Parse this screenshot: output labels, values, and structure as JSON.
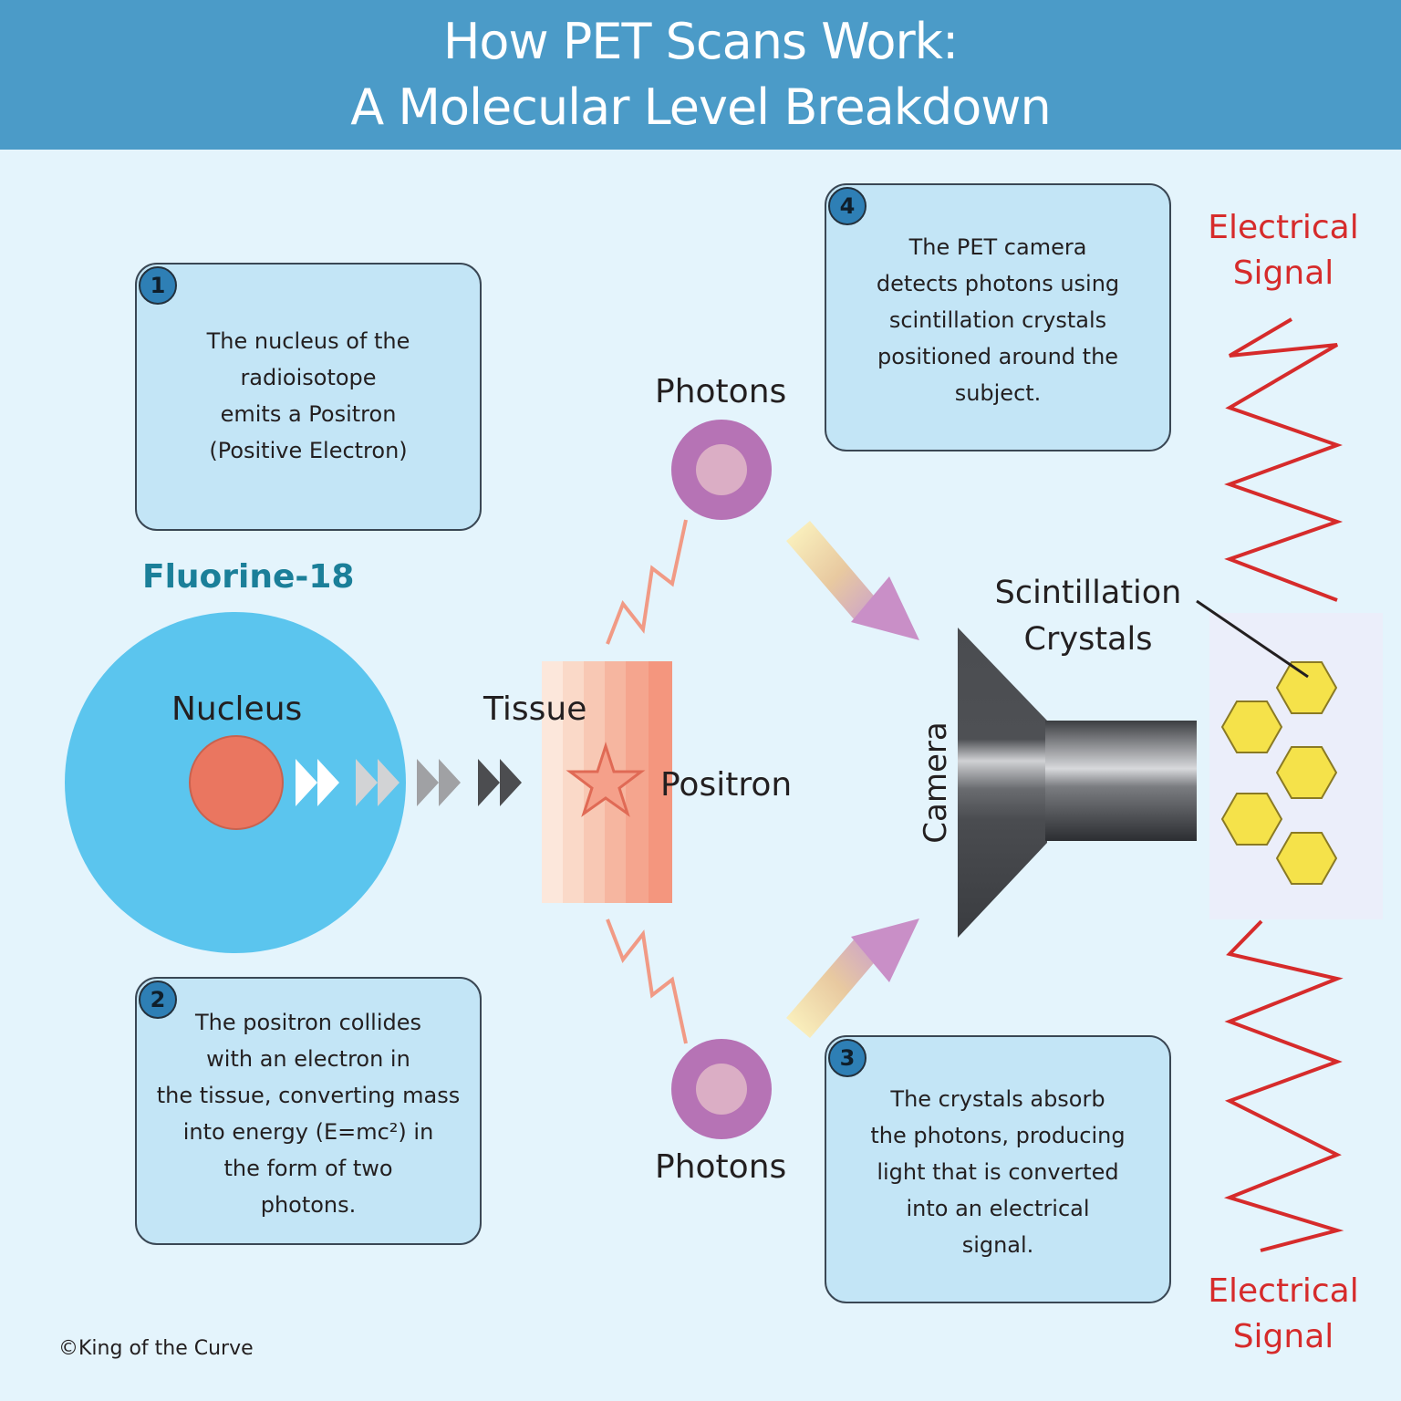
{
  "header": {
    "title_line1": "How PET Scans Work:",
    "title_line2": "A Molecular Level Breakdown"
  },
  "steps": [
    {
      "number": "1",
      "text": "The nucleus of the\nradioisotope\nemits a Positron\n(Positive Electron)"
    },
    {
      "number": "2",
      "text": "The positron collides\nwith an electron in\nthe tissue, converting mass\ninto energy (E=mc²) in\nthe form of two\nphotons."
    },
    {
      "number": "3",
      "text": "The crystals absorb\nthe photons, producing\nlight that is converted\ninto an electrical\nsignal."
    },
    {
      "number": "4",
      "text": "The PET camera\ndetects photons using\nscintillation crystals\npositioned around the\nsubject."
    }
  ],
  "labels": {
    "fluorine": "Fluorine-18",
    "nucleus": "Nucleus",
    "tissue": "Tissue",
    "positron": "Positron",
    "photons_top": "Photons",
    "photons_bottom": "Photons",
    "camera": "Camera",
    "scintillation_line1": "Scintillation",
    "scintillation_line2": "Crystals",
    "electrical_top": "Electrical\nSignal",
    "electrical_bottom": "Electrical\nSignal"
  },
  "footer": {
    "copyright": "©King of the Curve"
  },
  "colors": {
    "header": "#4b9bc8",
    "background": "#e4f4fc",
    "atom": "#5bc5ee",
    "nucleus": "#ea7660",
    "fluorine_label": "#1b7f99",
    "photon_outer": "#b673b5",
    "photon_inner": "#dbaec5",
    "signal": "#d62b2b",
    "crystal": "#f5e24a",
    "camera": "#505256"
  }
}
